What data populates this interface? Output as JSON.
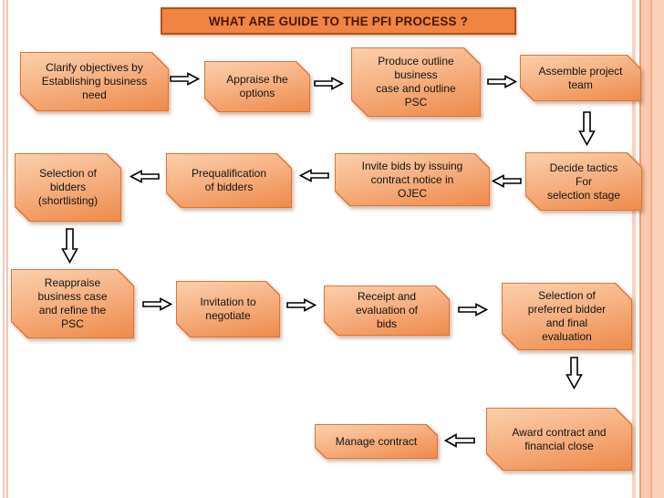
{
  "title": {
    "text": "WHAT ARE GUIDE TO THE PFI PROCESS ?"
  },
  "colors": {
    "title_fill": "#f08440",
    "title_border": "#ad531b",
    "title_text": "#46180a",
    "node_gradient_top": "#fbcfab",
    "node_gradient_bottom": "#ee8a4b",
    "node_border": "#dd7438",
    "node_text": "#141414",
    "arrow_fill": "#ffffff",
    "arrow_outline": "#000000",
    "edge_stripe_light": "#fad0b9",
    "edge_stripe_dark": "#e9a275"
  },
  "nodes": [
    {
      "id": "clarify-objectives",
      "label": "Clarify objectives by\nEstablishing business\nneed"
    },
    {
      "id": "appraise-options",
      "label": "Appraise the\noptions"
    },
    {
      "id": "produce-outline",
      "label": "Produce outline\nbusiness\ncase and outline\nPSC"
    },
    {
      "id": "assemble-team",
      "label": "Assemble project\nteam"
    },
    {
      "id": "decide-tactics",
      "label": "Decide tactics\nFor\nselection stage"
    },
    {
      "id": "invite-bids",
      "label": "Invite bids by issuing\ncontract notice in\nOJEC"
    },
    {
      "id": "prequalification",
      "label": "Prequalification\nof bidders"
    },
    {
      "id": "selection-bidders",
      "label": "Selection of\nbidders\n(shortlisting)"
    },
    {
      "id": "reappraise",
      "label": "Reappraise\nbusiness case\nand refine the\nPSC"
    },
    {
      "id": "invitation-negotiate",
      "label": "Invitation to\nnegotiate"
    },
    {
      "id": "receipt-evaluation",
      "label": "Receipt and\nevaluation of\nbids"
    },
    {
      "id": "selection-preferred",
      "label": "Selection of\npreferred bidder\nand final\nevaluation"
    },
    {
      "id": "award-contract",
      "label": "Award contract and\nfinancial close"
    },
    {
      "id": "manage-contract",
      "label": "Manage contract"
    }
  ],
  "arrows": [
    {
      "id": "clarify-to-appraise",
      "direction": "right"
    },
    {
      "id": "appraise-to-produce",
      "direction": "right"
    },
    {
      "id": "produce-to-assemble",
      "direction": "right"
    },
    {
      "id": "assemble-to-decide",
      "direction": "down"
    },
    {
      "id": "decide-to-invite",
      "direction": "left"
    },
    {
      "id": "invite-to-prequalification",
      "direction": "left"
    },
    {
      "id": "prequalification-to-selection",
      "direction": "left"
    },
    {
      "id": "selection-to-reappraise",
      "direction": "down"
    },
    {
      "id": "reappraise-to-invitation",
      "direction": "right"
    },
    {
      "id": "invitation-to-receipt",
      "direction": "right"
    },
    {
      "id": "receipt-to-selection-preferred",
      "direction": "right"
    },
    {
      "id": "selection-preferred-to-award",
      "direction": "down"
    },
    {
      "id": "award-to-manage",
      "direction": "left"
    }
  ]
}
